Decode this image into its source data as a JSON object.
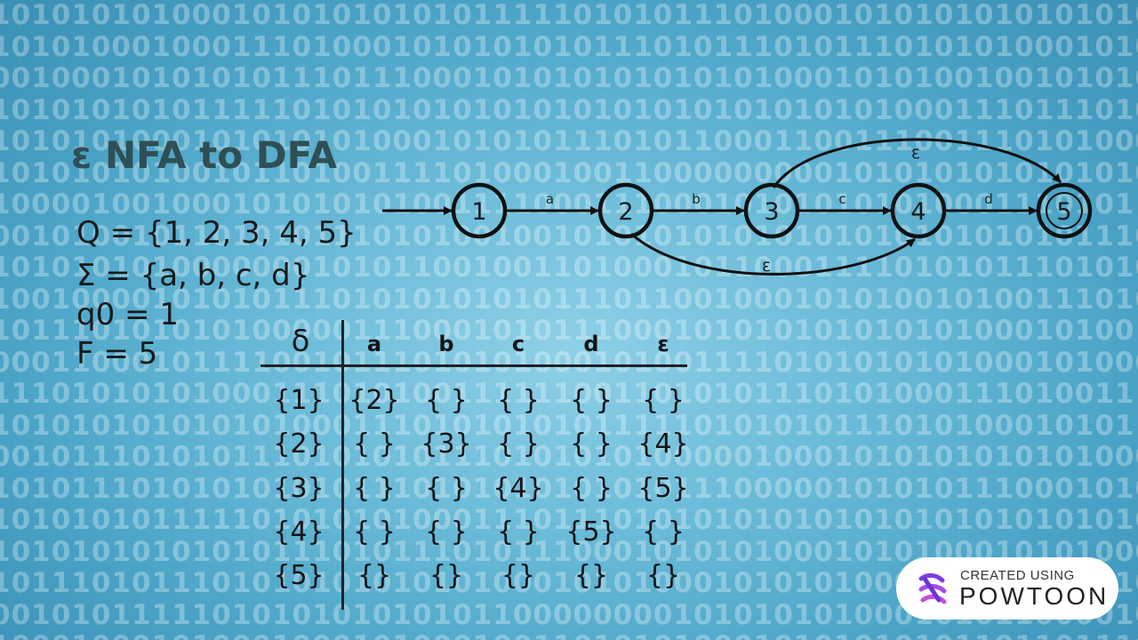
{
  "title": "ε NFA to DFA",
  "definitions": {
    "states": "Q = {1, 2, 3, 4, 5}",
    "alphabet": "Σ = {a, b, c, d}",
    "start": "q0 = 1",
    "final": "F = 5"
  },
  "diagram": {
    "states": [
      "1",
      "2",
      "3",
      "4",
      "5"
    ],
    "accepting_state": "5",
    "transitions": [
      {
        "from": "1",
        "to": "2",
        "label": "a"
      },
      {
        "from": "2",
        "to": "3",
        "label": "b"
      },
      {
        "from": "3",
        "to": "4",
        "label": "c"
      },
      {
        "from": "4",
        "to": "5",
        "label": "d"
      },
      {
        "from": "3",
        "to": "5",
        "label": "ε"
      },
      {
        "from": "2",
        "to": "4",
        "label": "ε"
      }
    ]
  },
  "transition_table": {
    "corner": "δ",
    "columns": [
      "a",
      "b",
      "c",
      "d",
      "ε"
    ],
    "rows": [
      {
        "state": "{1}",
        "cells": [
          "{2}",
          "{ }",
          "{ }",
          "{ }",
          "{ }"
        ]
      },
      {
        "state": "{2}",
        "cells": [
          "{ }",
          "{3}",
          "{ }",
          "{ }",
          "{4}"
        ]
      },
      {
        "state": "{3}",
        "cells": [
          "{ }",
          "{ }",
          "{4}",
          "{ }",
          "{5}"
        ]
      },
      {
        "state": "{4}",
        "cells": [
          "{ }",
          "{ }",
          "{ }",
          "{5}",
          "{ }"
        ]
      },
      {
        "state": "{5}",
        "cells": [
          "{}",
          "{}",
          "{}",
          "{}",
          "{}"
        ]
      }
    ]
  },
  "badge": {
    "caption": "CREATED USING",
    "brand": "POWTOON"
  },
  "colors": {
    "title": "#2f4f55",
    "ink": "#1a1a1a",
    "background": "#6cbcd9"
  }
}
